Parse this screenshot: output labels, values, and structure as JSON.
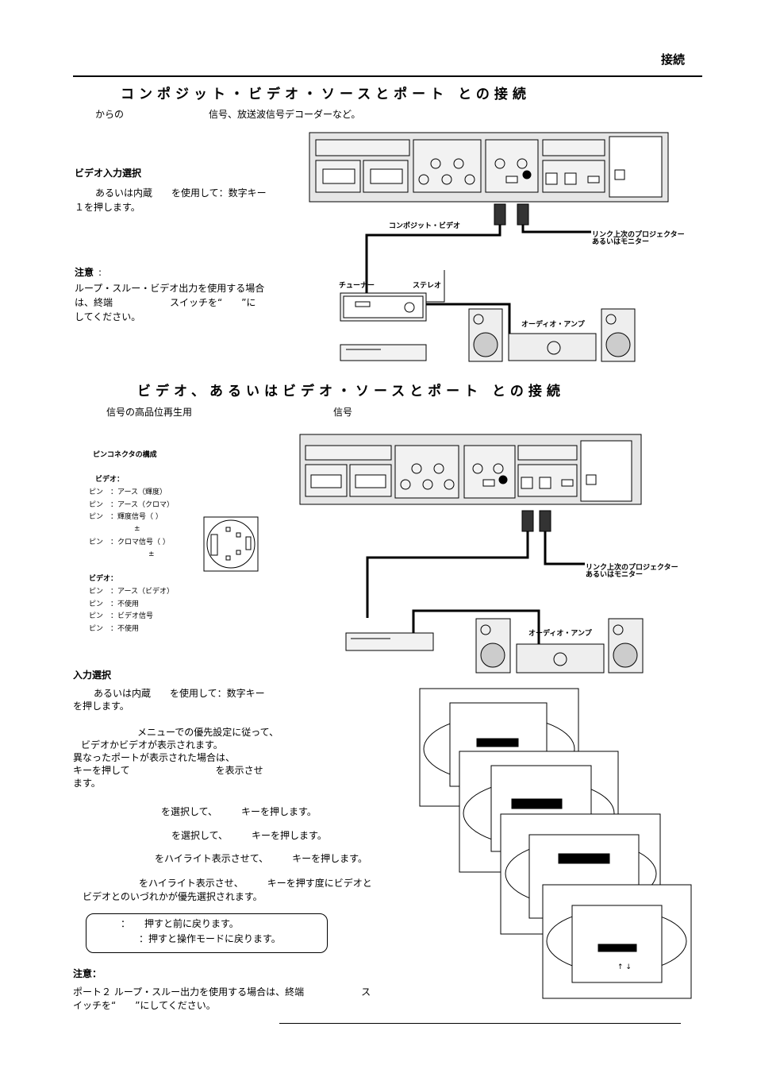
{
  "header": {
    "title": "接続"
  },
  "section1": {
    "heading": "コンポジット・ビデオ・ソースとポート との接続",
    "intro_a": "からの",
    "intro_b": "信号、放送波信号デコーダーなど。",
    "select_title": "ビデオ入力選択",
    "select_text1": "あるいは内蔵　　を使用して：数字キー",
    "select_text2": "１を押します。",
    "note_title": "注意",
    "note_colon": ":",
    "note_line1": "ループ・スルー・ビデオ出力を使用する場合",
    "note_line2": "は、終端　　　　　　スイッチを“　　”に",
    "note_line3": "してください。",
    "labels": {
      "composite": "コンポジット・ビデオ",
      "link_line1": "リンク上次のプロジェクター",
      "link_line2": "あるいはモニター",
      "tuner": "チューナー",
      "stereo": "ステレオ",
      "audio_amp": "オーディオ・アンプ"
    }
  },
  "section2": {
    "heading": "ビデオ、あるいはビデオ・ソースとポート との接続",
    "intro_a": "信号の高品位再生用",
    "intro_b": "信号",
    "pin_title": "ピンコネクタの構成",
    "video1_title": "ビデオ：",
    "pins1": [
      "ピン　：アース（輝度）",
      "ピン　：アース（クロマ）",
      "ピン　：輝度信号（  ）",
      "±",
      "ピン　：クロマ信号（  ）",
      "±"
    ],
    "video2_title": "ビデオ：",
    "pins2": [
      "ピン　：アース（ビデオ）",
      "ピン　：不使用",
      "ピン　：ビデオ信号",
      "ピン　：不使用"
    ],
    "labels": {
      "link_line1": "リンク上次のプロジェクター",
      "link_line2": "あるいはモニター",
      "audio_amp": "オーディオ・アンプ"
    },
    "input_title": "入力選択",
    "input_line1": "あるいは内蔵　　を使用して：数字キー",
    "input_line2": "を押します。",
    "menu_line1": "メニューでの優先設定に従って、",
    "menu_line2": "ビデオかビデオが表示されます。",
    "menu_line3": "異なったポートが表示された場合は、",
    "menu_line4": "キーを押して　　　　　　　　　を表示させ",
    "menu_line5": "ます。",
    "step1": "を選択して、　　　キーを押します。",
    "step2": "を選択して、　　　キーを押します。",
    "step3": "をハイライト表示させて、　　　キーを押します。",
    "step4_line1": "をハイライト表示させ、　　　キーを押す度にビデオと",
    "step4_line2": "ビデオとのいづれかが優先選択されます。",
    "box_line1": "：　　押すと前に戻ります。",
    "box_line2": "：押すと操作モードに戻ります。",
    "note_title": "注意：",
    "note_line1": "ポート２ ループ・スルー出力を使用する場合は、終端　　　　　　ス",
    "note_line2": "イッチを“　　”にしてください。",
    "menu_arrows": "↑  ↓"
  }
}
